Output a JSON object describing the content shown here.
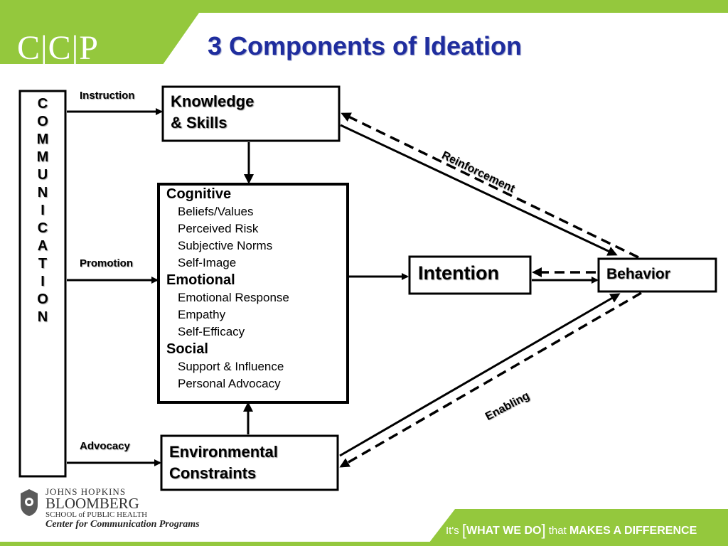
{
  "header": {
    "logo": "C|C|P",
    "title": "3 Components of Ideation"
  },
  "communication": {
    "letters": [
      "C",
      "O",
      "M",
      "M",
      "U",
      "N",
      "I",
      "C",
      "A",
      "T",
      "I",
      "O",
      "N"
    ]
  },
  "channels": {
    "instruction": "Instruction",
    "promotion": "Promotion",
    "advocacy": "Advocacy"
  },
  "knowledge_box": {
    "line1": "Knowledge",
    "line2": "& Skills"
  },
  "ideation_box": {
    "cognitive": {
      "title": "Cognitive",
      "items": [
        "Beliefs/Values",
        "Perceived Risk",
        "Subjective Norms",
        "Self-Image"
      ]
    },
    "emotional": {
      "title": "Emotional",
      "items": [
        "Emotional Response",
        "Empathy",
        "Self-Efficacy"
      ]
    },
    "social": {
      "title": "Social",
      "items": [
        "Support & Influence",
        "Personal Advocacy"
      ]
    }
  },
  "environmental_box": {
    "line1": "Environmental",
    "line2": "Constraints"
  },
  "intention": "Intention",
  "behavior": "Behavior",
  "reinforcement": "Reinforcement",
  "enabling": "Enabling",
  "footer": {
    "jhu_line1": "JOHNS HOPKINS",
    "jhu_line2": "BLOOMBERG",
    "jhu_line3": "SCHOOL of PUBLIC HEALTH",
    "jhu_line4": "Center for Communication Programs",
    "tag_its": "It's",
    "tag_what": "WHAT WE DO",
    "tag_that": "that",
    "tag_makes": "MAKES A DIFFERENCE"
  },
  "colors": {
    "accent_green": "#94c83d",
    "title_blue": "#1f2d9e"
  }
}
